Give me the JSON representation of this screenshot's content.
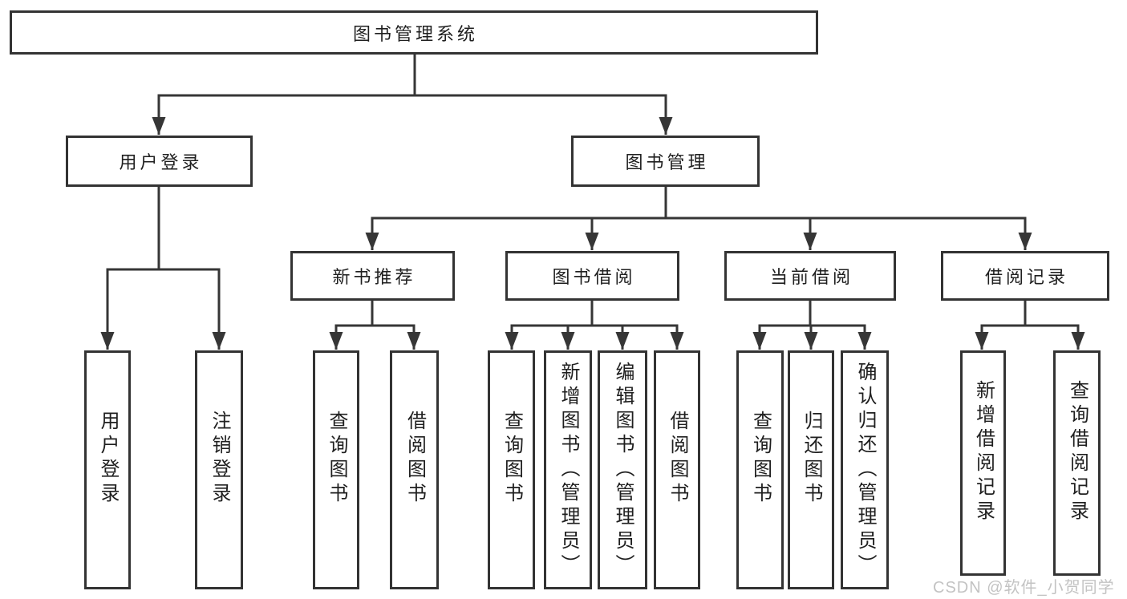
{
  "diagram": {
    "root": {
      "label": "图书管理系统"
    },
    "level2": {
      "user_login": {
        "label": "用户登录"
      },
      "book_management": {
        "label": "图书管理"
      }
    },
    "level3": {
      "new_book_recommend": {
        "label": "新书推荐"
      },
      "book_borrow": {
        "label": "图书借阅"
      },
      "current_borrow": {
        "label": "当前借阅"
      },
      "borrow_record": {
        "label": "借阅记录"
      }
    },
    "leaves": {
      "user_login": {
        "label": "用户登录"
      },
      "logout": {
        "label": "注销登录"
      },
      "recommend_query_book": {
        "label": "查询图书"
      },
      "recommend_borrow_book": {
        "label": "借阅图书"
      },
      "borrow_query_book": {
        "label": "查询图书"
      },
      "borrow_add_book_admin": {
        "label": "新增图书（管理员）"
      },
      "borrow_edit_book_admin": {
        "label": "编辑图书（管理员）"
      },
      "borrow_borrow_book": {
        "label": "借阅图书"
      },
      "current_query_book": {
        "label": "查询图书"
      },
      "current_return_book": {
        "label": "归还图书"
      },
      "current_confirm_return_admin": {
        "label": "确认归还（管理员）"
      },
      "record_add": {
        "label": "新增借阅记录"
      },
      "record_query": {
        "label": "查询借阅记录"
      }
    }
  },
  "watermark": {
    "text": "CSDN @软件_小贺同学"
  },
  "colors": {
    "line": "#363636",
    "text": "#1f1f1f",
    "watermark": "#c3c3c3",
    "background": "#ffffff"
  }
}
